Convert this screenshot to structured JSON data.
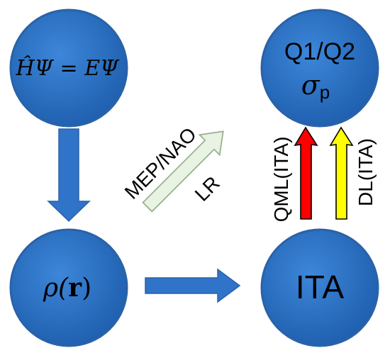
{
  "nodes": {
    "schrodinger": {
      "label": "ĤΨ = EΨ"
    },
    "target": {
      "line1": "Q1/Q2",
      "line2_base": "σ",
      "line2_sub": "p"
    },
    "density": {
      "label_main": "ρ(",
      "label_bold": "r",
      "label_close": ")"
    },
    "ita": {
      "label": "ITA"
    }
  },
  "edges": {
    "mep_nao": {
      "label_top": "MEP/NAO",
      "label_bottom": "LR"
    },
    "qml": {
      "label": "QML(ITA)"
    },
    "dl": {
      "label": "DL(ITA)"
    }
  },
  "colors": {
    "node_fill": "#2f74c9",
    "node_stroke": "#2a62a8",
    "blue_arrow": "#2f74c9",
    "light_arrow_fill": "#e9f3e4",
    "light_arrow_stroke": "#9ab08f",
    "red_arrow": "#ff0000",
    "yellow_arrow": "#ffff00"
  }
}
